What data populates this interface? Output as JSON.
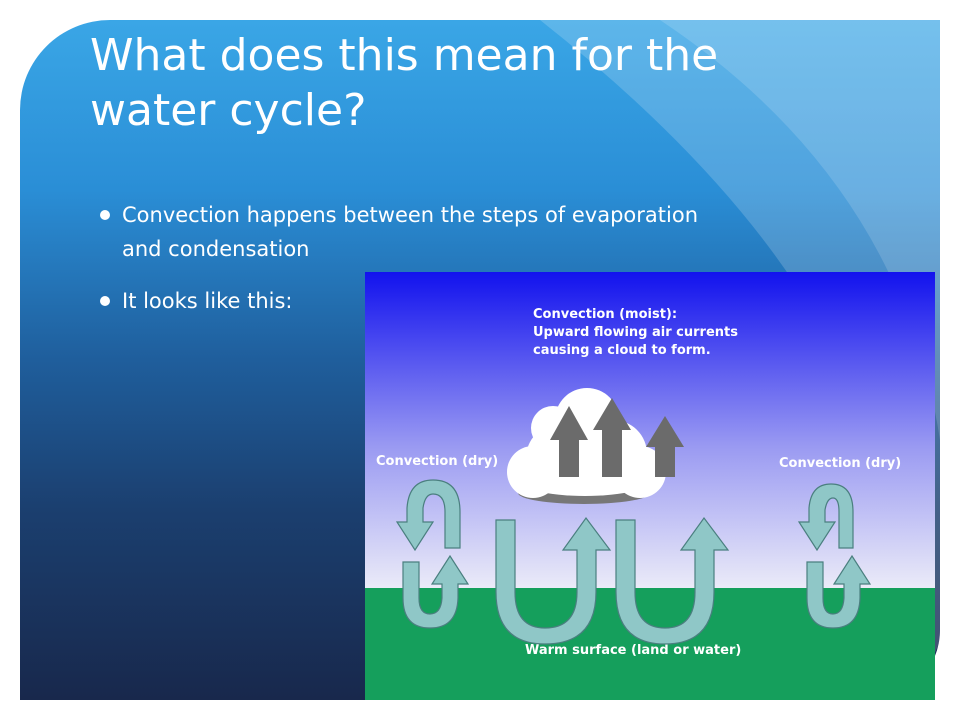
{
  "slide": {
    "title_line1": "What does this mean for the",
    "title_line2": "water cycle?",
    "bullets": [
      {
        "line1": "Convection happens between the steps of evaporation",
        "line2": "and condensation"
      },
      {
        "line1": "It looks like this:",
        "line2": ""
      }
    ]
  },
  "diagram": {
    "moist_label": [
      "Convection (moist):",
      "Upward flowing air currents",
      "causing a cloud to form."
    ],
    "left_label": "Convection (dry)",
    "right_label": "Convection (dry)",
    "surface_label": "Warm surface (land or water)"
  },
  "colors": {
    "sky_top": "#1010f0",
    "sky_bottom": "#e8e8f8",
    "ground": "#159f5c",
    "arrow_fill": "#8fc7c7",
    "cloud_arrow": "#6b6b6b"
  }
}
